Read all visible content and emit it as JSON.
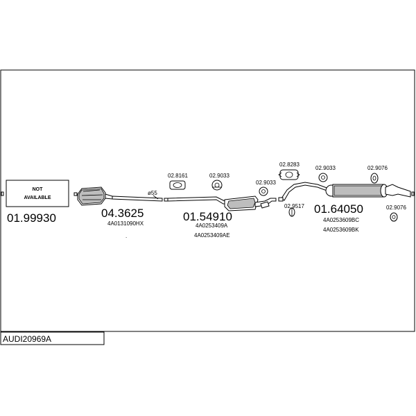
{
  "title": "AUDI20969A",
  "not_available": {
    "line1": "NOT",
    "line2": "AVAILABLE",
    "number": "01.99930"
  },
  "parts": [
    {
      "number": "04.3625",
      "codes": [
        "4A0131090HX"
      ]
    },
    {
      "number": "01.54910",
      "codes": [
        "4A0253409A",
        "4A0253409AE"
      ]
    },
    {
      "number": "01.64050",
      "codes": [
        "4A0253609BC",
        "4A0253609BK"
      ]
    }
  ],
  "refs": {
    "pipe_diameter": "ø55",
    "r1": "02.8161",
    "r2": "02.9033",
    "r3": "02.9033",
    "r4": "02.8283",
    "r5": "02.9517",
    "r6": "02.9033",
    "r7": "02.9076",
    "r8": "02.9076"
  },
  "dot": "."
}
